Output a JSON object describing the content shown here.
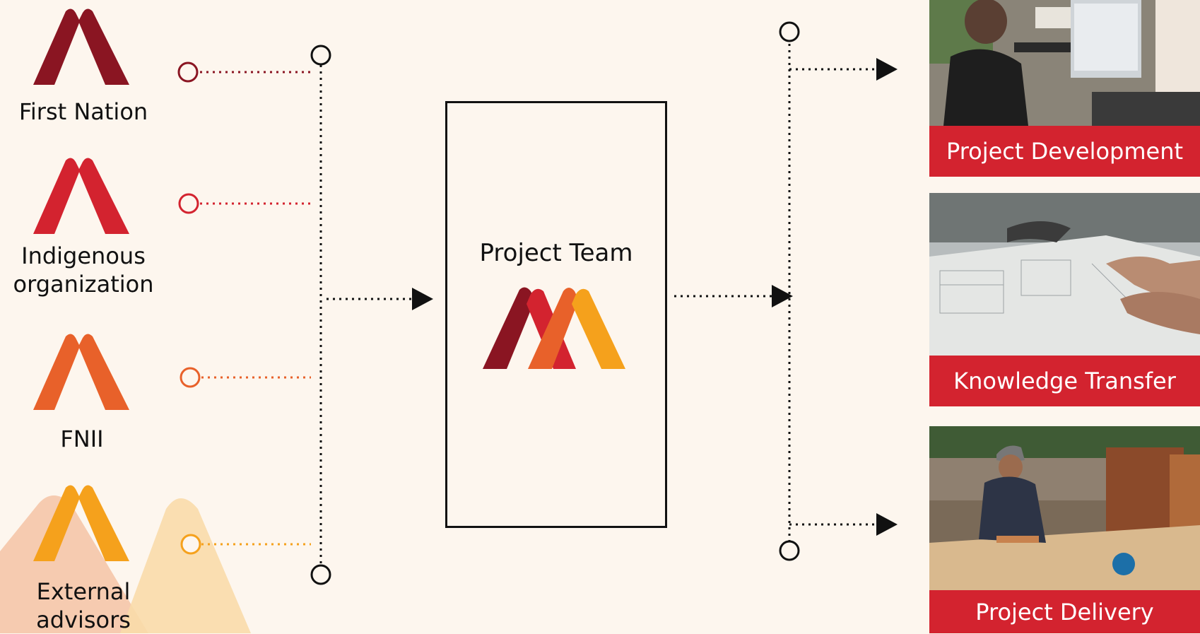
{
  "stakeholders": [
    {
      "label": "First Nation",
      "color": "#8a1522"
    },
    {
      "label": "Indigenous organization",
      "color": "#d3232f"
    },
    {
      "label": "FNII",
      "color": "#e8612a"
    },
    {
      "label": "External advisors",
      "color": "#f5a11c"
    }
  ],
  "team": {
    "title": "Project Team",
    "logo_colors": [
      "#8a1522",
      "#d3232f",
      "#e8612a",
      "#f5a11c"
    ]
  },
  "outcomes": [
    {
      "label": "Project Development"
    },
    {
      "label": "Knowledge Transfer"
    },
    {
      "label": "Project Delivery"
    }
  ],
  "colors": {
    "background": "#fdf6ee",
    "banner": "#d3232f",
    "line": "#111111"
  },
  "icons": [
    "mountain-logo-icon",
    "arrow-right-icon",
    "circle-node-icon"
  ]
}
